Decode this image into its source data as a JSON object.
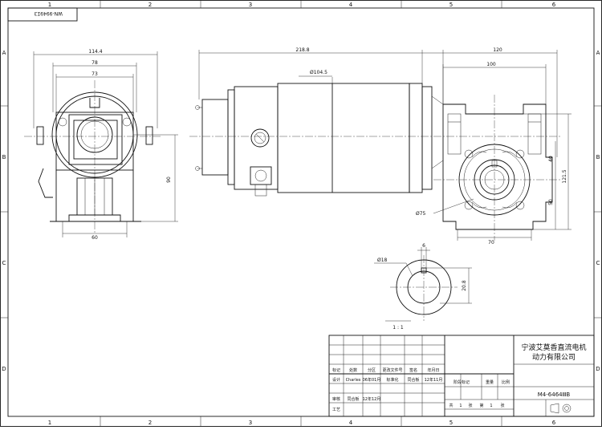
{
  "drawing_number_top": "WN-9949Ʃ3",
  "column_labels": [
    "1",
    "2",
    "3",
    "4",
    "5",
    "6"
  ],
  "row_labels": [
    "A",
    "B",
    "C",
    "D"
  ],
  "dimensions": {
    "front_total_width": "114.4",
    "front_width_78": "78",
    "front_width_73": "73",
    "front_base_width": "60",
    "front_height": "90",
    "side_overall_length": "218.8",
    "side_gearbox_length": "120",
    "motor_diameter": "Ø104.5",
    "gearbox_width": "100",
    "gearbox_height_40": "40",
    "gearbox_height_total": "121.5",
    "gearbox_height_50": "50",
    "gearbox_base_width": "70",
    "flange_diameter": "Ø75",
    "keyway_width": "6",
    "bore_diameter": "Ø18",
    "keyway_depth": "20.8",
    "detail_scale": "1 : 1"
  },
  "title_block": {
    "company_line1": "宁波艾莫香直流电机",
    "company_line2": "动力有限公司",
    "part_number": "M4-6464ⅢB",
    "row_labels": [
      "标记",
      "处数",
      "分区",
      "更改文件号",
      "签名",
      "年月日"
    ],
    "row_designer": [
      "设计",
      "Charles",
      "06年01月",
      "标准化",
      "同合板",
      "12年11月"
    ],
    "row_review": [
      "审核",
      "同合板",
      "12年12月"
    ],
    "row_process": [
      "工艺"
    ],
    "stage_headers": [
      "阶段标记",
      "重量",
      "比例"
    ],
    "sheet_info": [
      "共",
      "1",
      "张",
      "第",
      "1",
      "张"
    ]
  }
}
